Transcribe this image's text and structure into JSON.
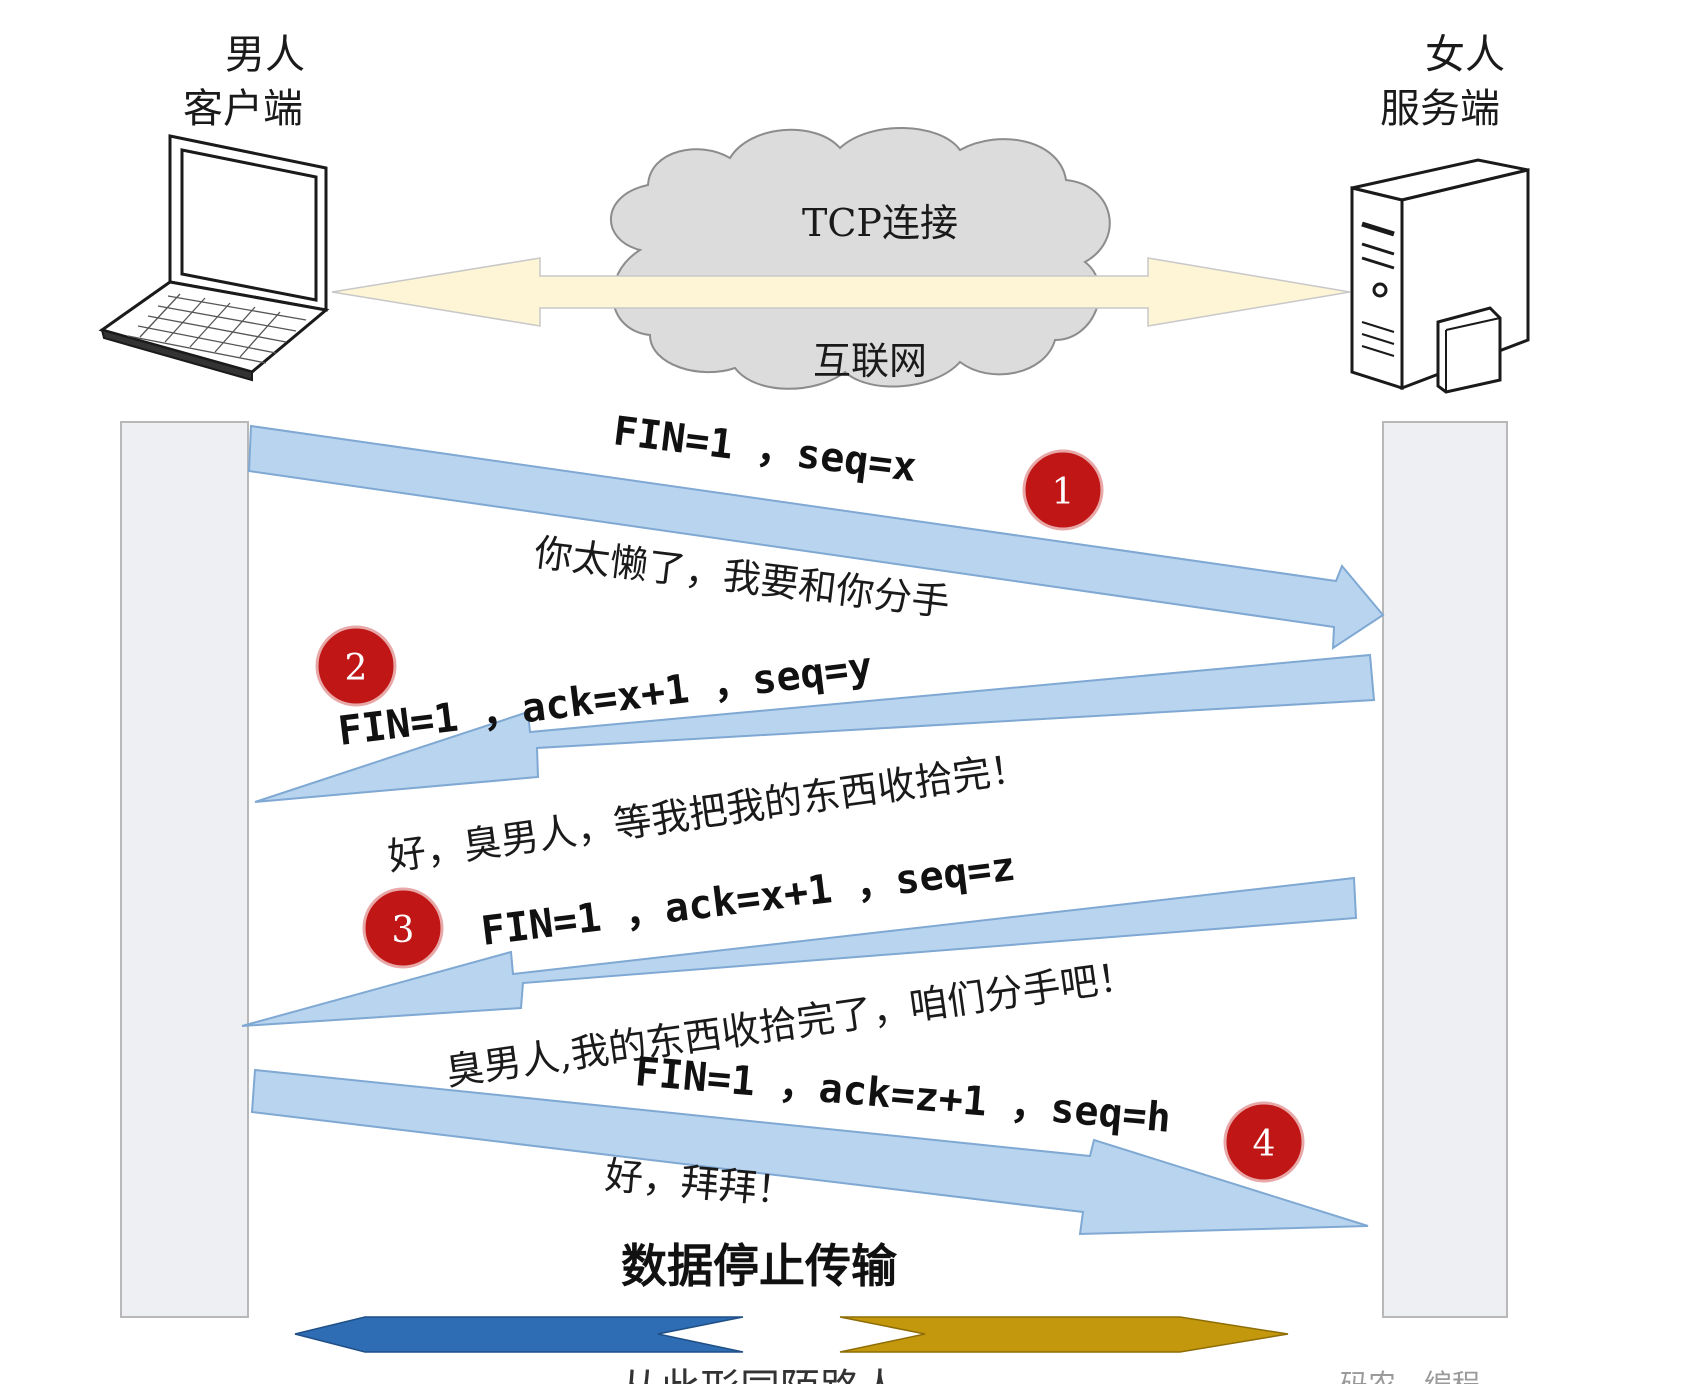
{
  "client": {
    "line1": "男人",
    "line2": "客户端"
  },
  "server": {
    "line1": "女人",
    "line2": "服务端"
  },
  "cloud": {
    "top": "TCP连接",
    "bottom": "互联网"
  },
  "steps": [
    {
      "number": "1",
      "packet": "FIN=1 ，seq=x",
      "message": "你太懒了，我要和你分手"
    },
    {
      "number": "2",
      "packet": "FIN=1 ，ack=x+1 ，seq=y",
      "message": "好，臭男人，等我把我的东西收拾完！"
    },
    {
      "number": "3",
      "packet": "FIN=1 ，ack=x+1 ，seq=z",
      "message": "臭男人,我的东西收拾完了，咱们分手吧！"
    },
    {
      "number": "4",
      "packet": "FIN=1 ，ack=z+1 ，seq=h",
      "message": "好，拜拜！"
    }
  ],
  "stop_label": "数据停止传输",
  "footer": {
    "cut_text": "从此形同陌路人",
    "watermark": "码农…编程"
  },
  "colors": {
    "arrow_fill": "#b8d4ef",
    "arrow_stroke": "#7fa8d3",
    "lifeline": "#eeeff2",
    "badge": "#c01616",
    "cloud": "#dcdcdd",
    "tcp_arrow": "#fdf5d6",
    "break_blue": "#2e6db4",
    "break_gold": "#c4980c"
  }
}
